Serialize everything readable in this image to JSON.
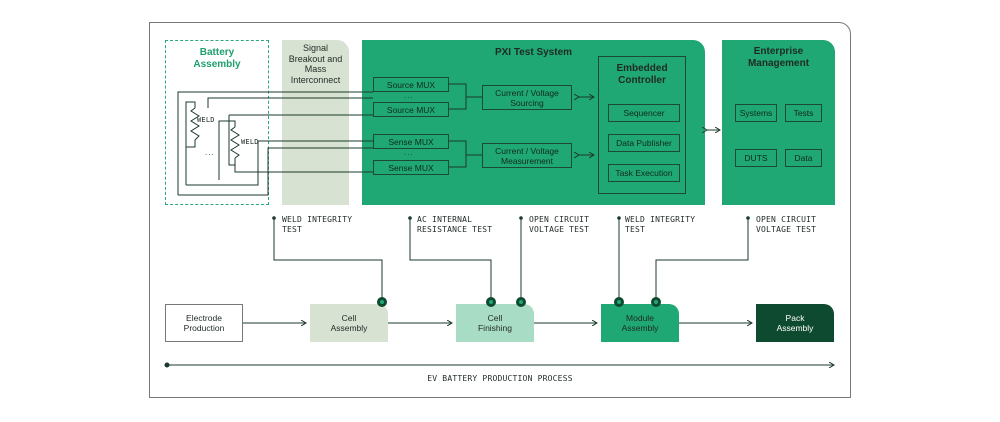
{
  "battery": {
    "title": "Battery Assembly",
    "weld_label_1": "WELD",
    "weld_label_2": "WELD",
    "ellipsis": "..."
  },
  "signal": {
    "title": "Signal Breakout and Mass Interconnect"
  },
  "pxi": {
    "title": "PXI Test System",
    "source_mux_1": "Source MUX",
    "source_mux_2": "Source MUX",
    "sense_mux_1": "Sense MUX",
    "sense_mux_2": "Sense MUX",
    "mux_ellipsis": "...",
    "sourcing": "Current / Voltage Sourcing",
    "measurement": "Current / Voltage Measurement",
    "embedded": {
      "title": "Embedded Controller",
      "items": [
        "Sequencer",
        "Data Publisher",
        "Task Execution"
      ]
    }
  },
  "enterprise": {
    "title": "Enterprise Management",
    "items": [
      "Systems",
      "Tests",
      "DUTS",
      "Data"
    ]
  },
  "tests": [
    "WELD INTEGRITY TEST",
    "AC INTERNAL RESISTANCE TEST",
    "OPEN CIRCUIT VOLTAGE TEST",
    "WELD INTEGRITY TEST",
    "OPEN CIRCUIT VOLTAGE TEST"
  ],
  "process": {
    "steps": [
      "Electrode Production",
      "Cell Assembly",
      "Cell Finishing",
      "Module Assembly",
      "Pack Assembly"
    ],
    "caption": "EV BATTERY PRODUCTION PROCESS"
  },
  "colors": {
    "accent": "#1fa874",
    "light_green": "#d8e2d3",
    "mint": "#a8dcc4",
    "dark_green": "#0e4a30"
  }
}
